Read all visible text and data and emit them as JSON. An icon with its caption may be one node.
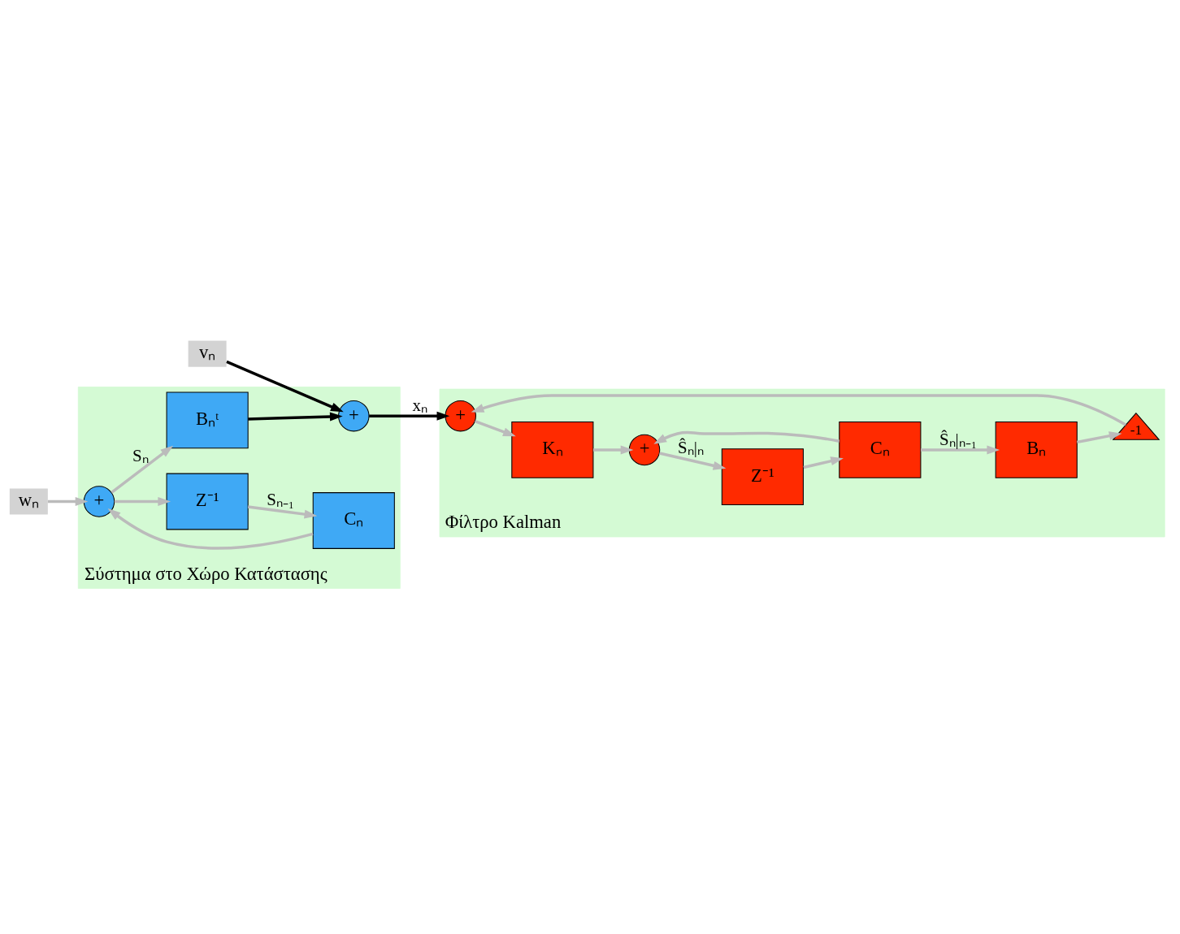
{
  "diagram": {
    "nodes": [
      {
        "text": [
          "Σύστημα στο Χώρο Κατάστασης"
        ]
      },
      {
        "text": [
          "+"
        ],
        "in": 0
      },
      {
        "text": [
          "Bₙᵗ"
        ],
        "in": 0
      },
      {
        "text": [
          "Cₙ"
        ],
        "in": 0
      },
      {
        "text": [
          "Z⁻¹"
        ],
        "in": 0
      },
      {
        "text": [
          "+"
        ],
        "in": 0
      },
      {
        "text": [
          "wₙ"
        ]
      },
      {
        "text": [
          "vₙ"
        ]
      },
      {
        "text": [
          "Φίλτρο Kalman"
        ]
      },
      {
        "text": [
          "+"
        ],
        "in": 8
      },
      {
        "text": [
          "Kₙ"
        ],
        "in": 8
      },
      {
        "text": [
          "+"
        ],
        "in": 8
      },
      {
        "text": [
          "Z⁻¹"
        ],
        "in": 8
      },
      {
        "text": [
          "Cₙ"
        ],
        "in": 8
      },
      {
        "text": [
          "Bₙ"
        ],
        "in": 8
      },
      {
        "text": [
          "-1"
        ],
        "in": 8
      }
    ],
    "edges": [
      {
        "from": 6,
        "to": 1,
        "arrow": "to"
      },
      {
        "from": 1,
        "to": 2,
        "arrow": "to",
        "label": "Sₙ"
      },
      {
        "from": 1,
        "to": 4,
        "arrow": "to"
      },
      {
        "from": 4,
        "to": 3,
        "arrow": "to",
        "label": "Sₙ₋₁"
      },
      {
        "from": 3,
        "to": 1,
        "arrow": "to"
      },
      {
        "from": 2,
        "to": 5,
        "arrow": "to",
        "color": "#000000"
      },
      {
        "from": 7,
        "to": 5,
        "arrow": "to",
        "color": "#000000"
      },
      {
        "from": 5,
        "to": 9,
        "arrow": "to",
        "label": "xₙ",
        "color": "#000000"
      },
      {
        "from": 9,
        "to": 10,
        "arrow": "to"
      },
      {
        "from": 10,
        "to": 11,
        "arrow": "to"
      },
      {
        "from": 11,
        "to": 12,
        "arrow": "to",
        "label": "Ŝₙ|ₙ"
      },
      {
        "from": 12,
        "to": 13,
        "arrow": "to"
      },
      {
        "from": 13,
        "to": 14,
        "arrow": "to",
        "label": "Ŝₙ|ₙ₋₁"
      },
      {
        "from": 13,
        "to": 11,
        "arrow": "to"
      },
      {
        "from": 14,
        "to": 15,
        "arrow": "to"
      },
      {
        "from": 15,
        "to": 9,
        "arrow": "to"
      }
    ]
  }
}
